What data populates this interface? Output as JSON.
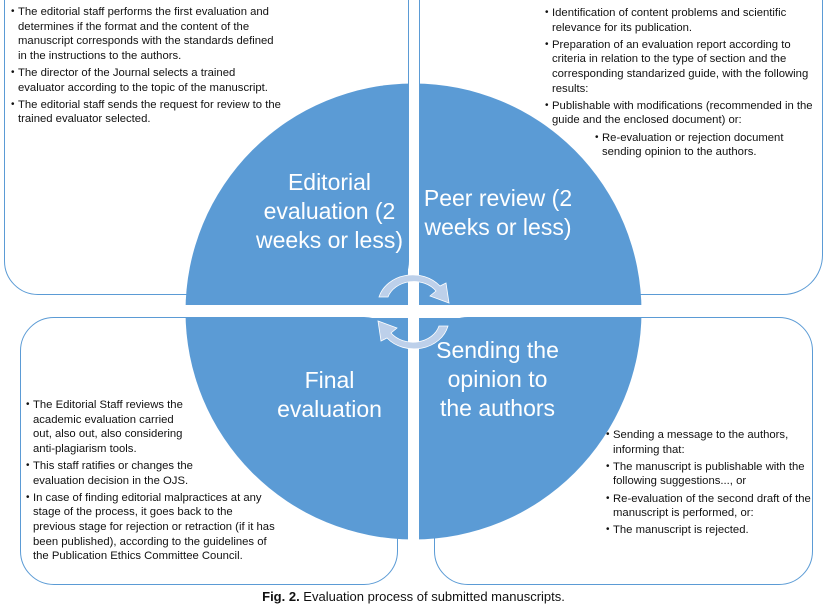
{
  "colors": {
    "accent": "#5b9bd5",
    "arrow": "#bdd0ea",
    "border": "#5b9bd5"
  },
  "quadrants": {
    "top_left": {
      "label": "Editorial evaluation (2 weeks or less)",
      "items": [
        "The editorial staff performs the first evaluation and determines if the format and the content of the manuscript corresponds with the standards defined in the instructions to the authors.",
        "The director of the Journal selects a trained evaluator according to the topic of the manuscript.",
        "The editorial staff sends the request for review to the trained evaluator selected."
      ]
    },
    "top_right": {
      "label": "Peer review (2 weeks or less)",
      "items": [
        "Identification of content problems and scientific relevance for its publication.",
        "Preparation of an evaluation report according to criteria in relation to the type of section and the corresponding standarized guide, with the following results:",
        "Publishable with modifications (recommended in the guide and the enclosed document) or:",
        "Re-evaluation or rejection document sending opinion to the authors."
      ]
    },
    "bottom_left": {
      "label": "Final evaluation",
      "items": [
        "The Editorial Staff reviews the academic evaluation carried out, also out, also considering anti-plagiarism tools.",
        "This staff ratifies or changes the evaluation decision in the OJS.",
        "In case of finding editorial malpractices at any stage of the process, it goes back to the previous stage for rejection or retraction (if it has been published), according to the guidelines of the  Publication Ethics Committee Council."
      ]
    },
    "bottom_right": {
      "label": "Sending the opinion to the authors",
      "items": [
        "Sending a message to the authors, informing that:",
        "The manuscript is publishable with the following suggestions..., or",
        "Re-evaluation of the second draft of the manuscript is performed, or:",
        "The manuscript is rejected."
      ]
    }
  },
  "caption": {
    "prefix": "Fig. 2.",
    "text": " Evaluation process of submitted manuscripts."
  }
}
